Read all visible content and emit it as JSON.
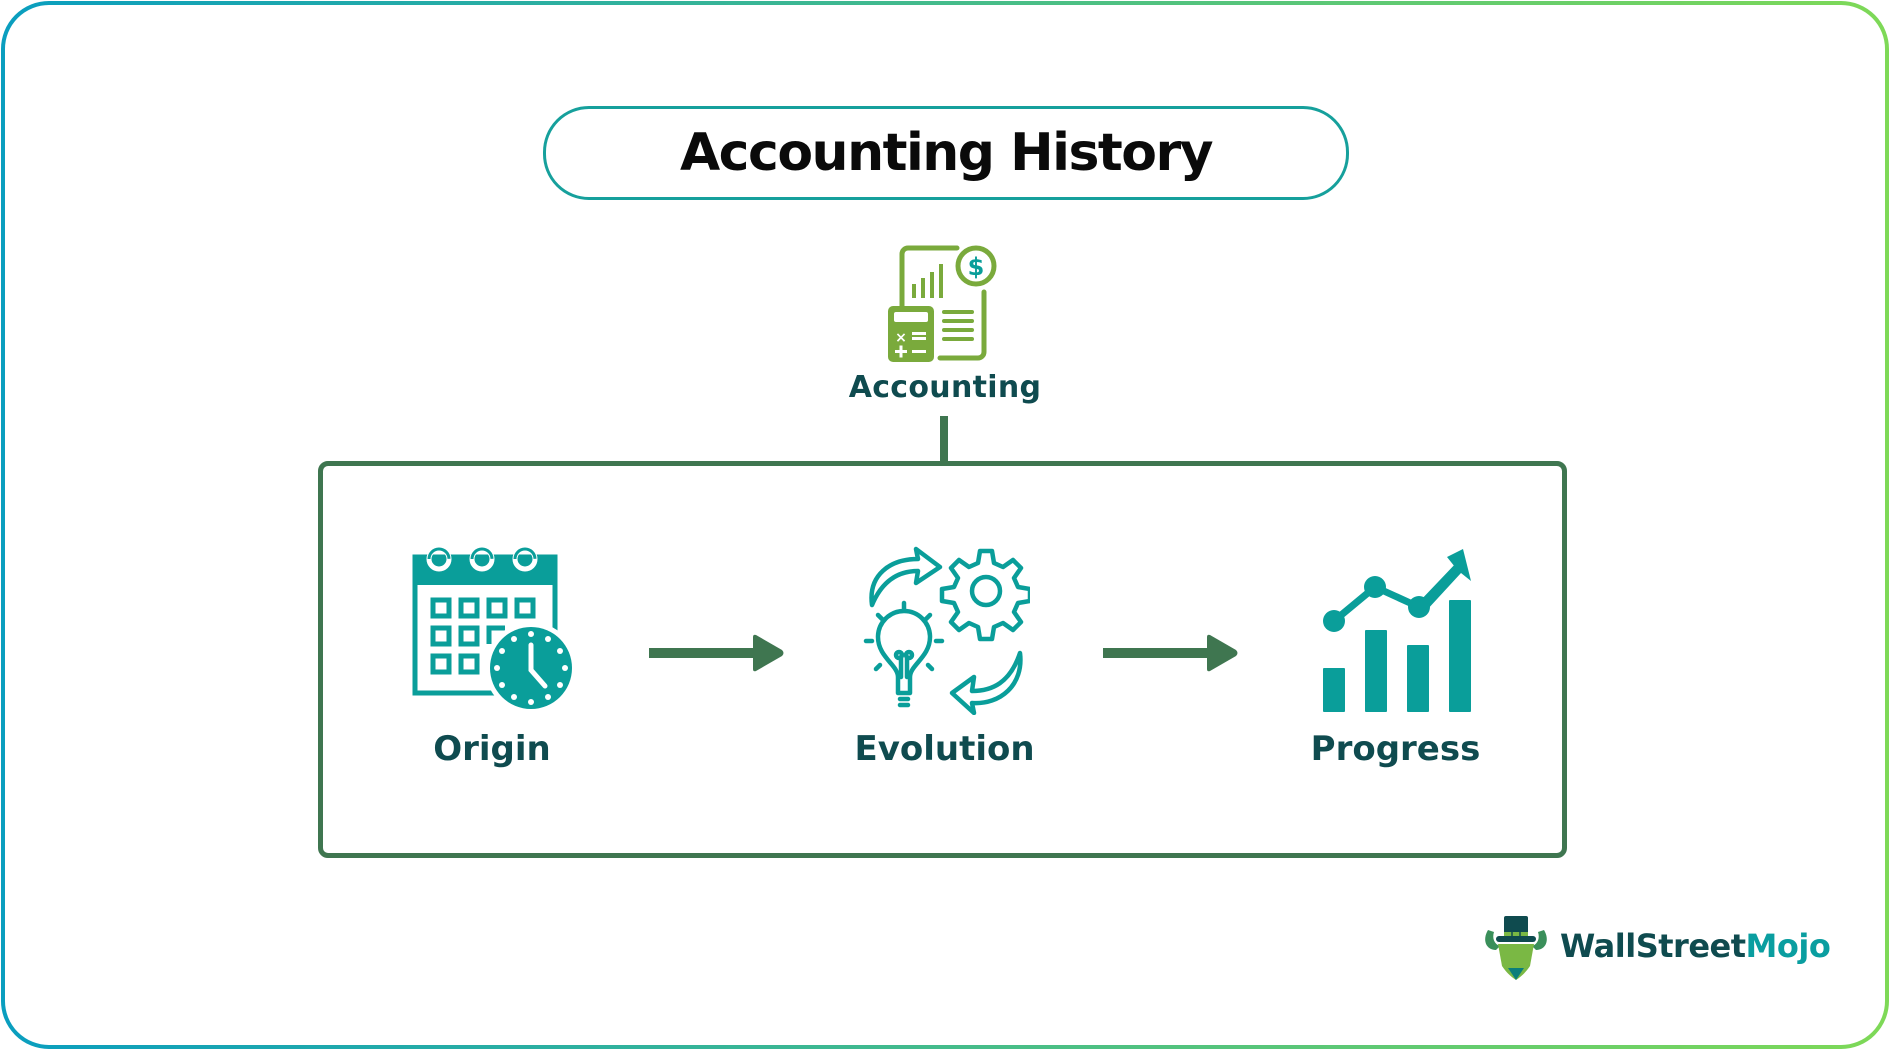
{
  "title": "Accounting History",
  "root": {
    "label": "Accounting",
    "icon": "accounting-calculator-icon"
  },
  "steps": [
    {
      "label": "Origin",
      "icon": "calendar-clock-icon"
    },
    {
      "label": "Evolution",
      "icon": "idea-gear-cycle-icon"
    },
    {
      "label": "Progress",
      "icon": "growth-chart-icon"
    }
  ],
  "brand": {
    "name_part1": "WallStreet",
    "name_part2": "Mojo",
    "icon": "bull-mascot-icon"
  },
  "colors": {
    "border_gradient_start": "#0a9ebf",
    "border_gradient_end": "#7ed957",
    "title_border": "#16a09c",
    "box_and_arrows": "#3f7650",
    "icon_teal": "#0a9e9a",
    "icon_green": "#7aaa3c",
    "label_dark": "#0f4b4f"
  }
}
